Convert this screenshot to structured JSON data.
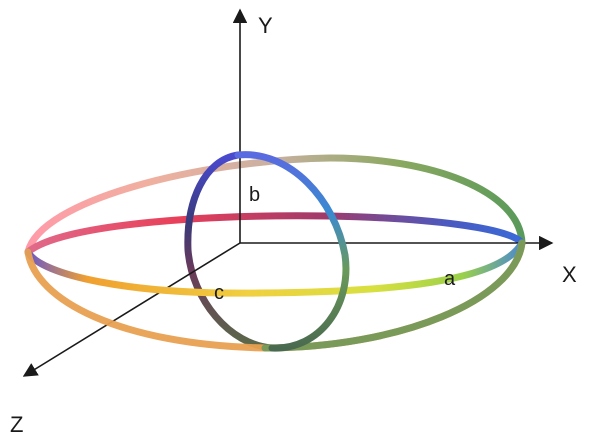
{
  "axes": {
    "x_label": "X",
    "y_label": "Y",
    "z_label": "Z"
  },
  "semi_axes": {
    "a_label": "a",
    "b_label": "b",
    "c_label": "c"
  },
  "colors": {
    "axis": "#1a1a1a",
    "background": "#ffffff",
    "horizontal_ring": [
      "#ff9a9a",
      "#e8486a",
      "#f06a5a",
      "#d84a3a",
      "#5a6ac8",
      "#3a6ad8",
      "#9ad04a",
      "#d8e040",
      "#f0d040",
      "#f0a030",
      "#7a58c8"
    ],
    "side_ring": [
      "#6a6acc",
      "#3a5ac8",
      "#4a8ad0",
      "#5a9a5a",
      "#4a6a4a",
      "#5a7a5a",
      "#2a3a6a",
      "#7a4a8a",
      "#6a2a3a",
      "#a04a6a"
    ]
  }
}
